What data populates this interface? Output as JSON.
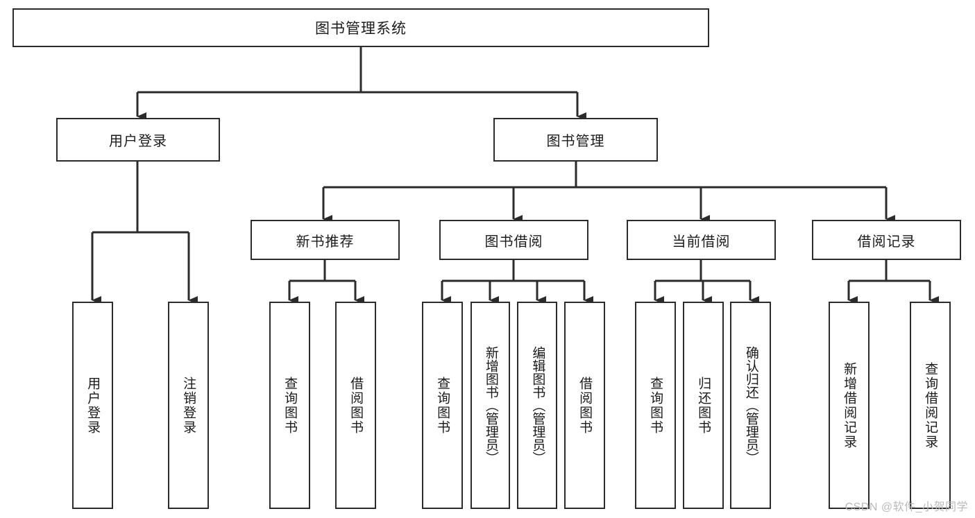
{
  "diagram": {
    "title": "图书管理系统",
    "type": "tree",
    "root": {
      "label": "图书管理系统"
    },
    "level2": [
      {
        "id": "user-login",
        "label": "用户登录"
      },
      {
        "id": "book-management",
        "label": "图书管理"
      }
    ],
    "level3": [
      {
        "id": "new-book-recommend",
        "label": "新书推荐"
      },
      {
        "id": "book-borrow",
        "label": "图书借阅"
      },
      {
        "id": "current-borrow",
        "label": "当前借阅"
      },
      {
        "id": "borrow-record",
        "label": "借阅记录"
      }
    ],
    "leaves": {
      "user_login": [
        {
          "id": "leaf-user-login",
          "label": "用户登录"
        },
        {
          "id": "leaf-logout-login",
          "label": "注销登录"
        }
      ],
      "new_book_recommend": [
        {
          "id": "leaf-query-book-1",
          "label": "查询图书"
        },
        {
          "id": "leaf-borrow-book-1",
          "label": "借阅图书"
        }
      ],
      "book_borrow": [
        {
          "id": "leaf-query-book-2",
          "label": "查询图书"
        },
        {
          "id": "leaf-add-book",
          "label": "新增图书（管理员）"
        },
        {
          "id": "leaf-edit-book",
          "label": "编辑图书（管理员）"
        },
        {
          "id": "leaf-borrow-book-2",
          "label": "借阅图书"
        }
      ],
      "current_borrow": [
        {
          "id": "leaf-query-book-3",
          "label": "查询图书"
        },
        {
          "id": "leaf-return-book",
          "label": "归还图书"
        },
        {
          "id": "leaf-confirm-return",
          "label": "确认归还（管理员）"
        }
      ],
      "borrow_record": [
        {
          "id": "leaf-add-borrow-record",
          "label": "新增借阅记录"
        },
        {
          "id": "leaf-query-borrow-record",
          "label": "查询借阅记录"
        }
      ]
    }
  },
  "watermark": {
    "text": "CSDN @软件_小贺同学"
  },
  "colors": {
    "stroke": "#2b2b2b",
    "background": "#ffffff",
    "text": "#1b1b1b",
    "watermark": "#b9b9b9"
  }
}
